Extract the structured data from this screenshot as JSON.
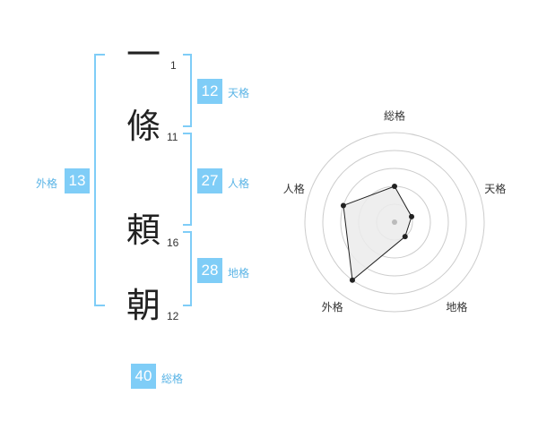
{
  "name": {
    "chars": [
      {
        "char": "一",
        "strokes": "1"
      },
      {
        "char": "條",
        "strokes": "11"
      },
      {
        "char": "頼",
        "strokes": "16"
      },
      {
        "char": "朝",
        "strokes": "12"
      }
    ]
  },
  "kaku": {
    "tenkaku": {
      "value": "12",
      "label": "天格"
    },
    "jinkaku": {
      "value": "27",
      "label": "人格"
    },
    "chikaku": {
      "value": "28",
      "label": "地格"
    },
    "gaikaku": {
      "value": "13",
      "label": "外格"
    },
    "soukaku": {
      "value": "40",
      "label": "総格"
    }
  },
  "chart_data": {
    "type": "radar",
    "axes": [
      "総格",
      "天格",
      "地格",
      "外格",
      "人格"
    ],
    "values": [
      2,
      1,
      1,
      4,
      3
    ],
    "range": [
      0,
      5
    ],
    "rings": 5,
    "colors": {
      "fill": "#ebebeb",
      "line": "#222222",
      "grid": "#cccccc",
      "center": "#bbbbbb"
    }
  }
}
